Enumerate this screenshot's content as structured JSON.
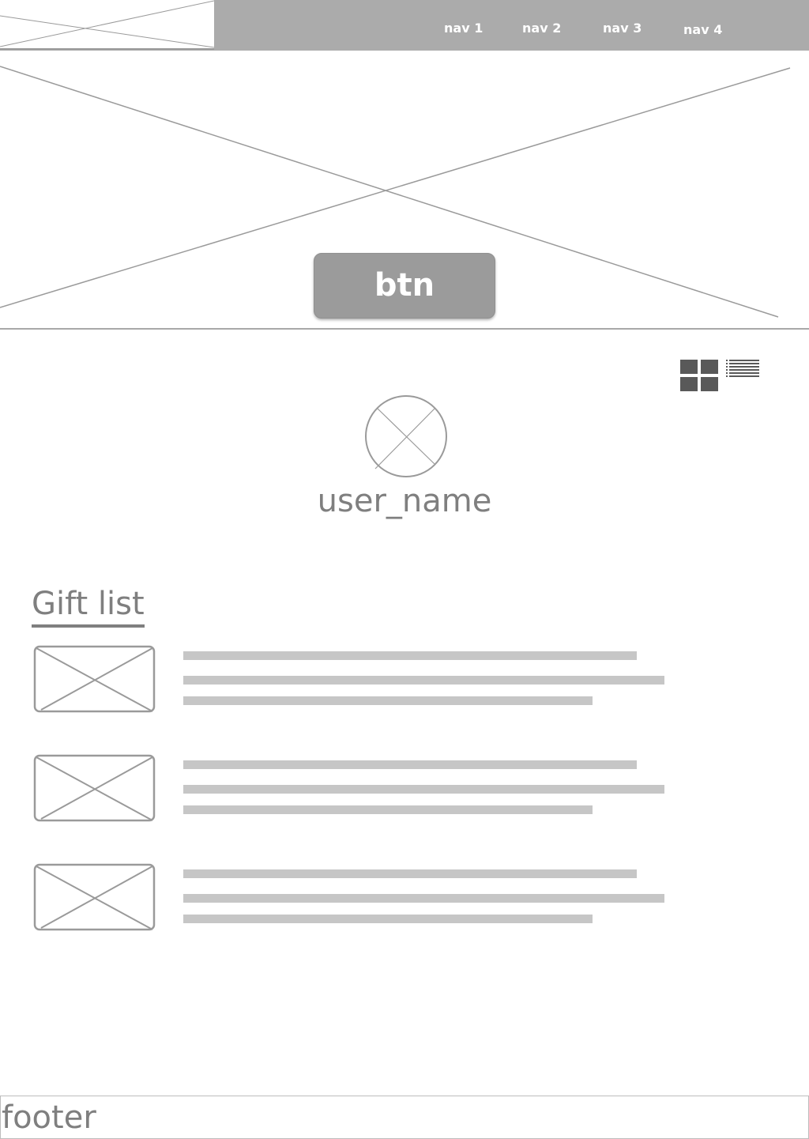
{
  "header": {
    "logo_icon": "image-placeholder-icon",
    "nav": [
      {
        "label": "nav 1"
      },
      {
        "label": "nav 2"
      },
      {
        "label": "nav 3"
      },
      {
        "label": "nav 4"
      }
    ]
  },
  "hero": {
    "image_icon": "image-placeholder-icon",
    "button_label": "btn"
  },
  "view_toggle": {
    "grid_icon": "grid-view-icon",
    "list_icon": "list-view-icon"
  },
  "profile": {
    "avatar_icon": "avatar-placeholder-icon",
    "user_name": "user_name"
  },
  "gift_list": {
    "title": "Gift list",
    "items": [
      {
        "thumb_icon": "image-placeholder-icon"
      },
      {
        "thumb_icon": "image-placeholder-icon"
      },
      {
        "thumb_icon": "image-placeholder-icon"
      }
    ]
  },
  "footer": {
    "label": "footer"
  },
  "colors": {
    "header_bg": "#ababab",
    "button_bg": "#9b9b9b",
    "text": "#7f7f7f",
    "placeholder_line": "#c6c6c6",
    "icon_dark": "#595959"
  }
}
